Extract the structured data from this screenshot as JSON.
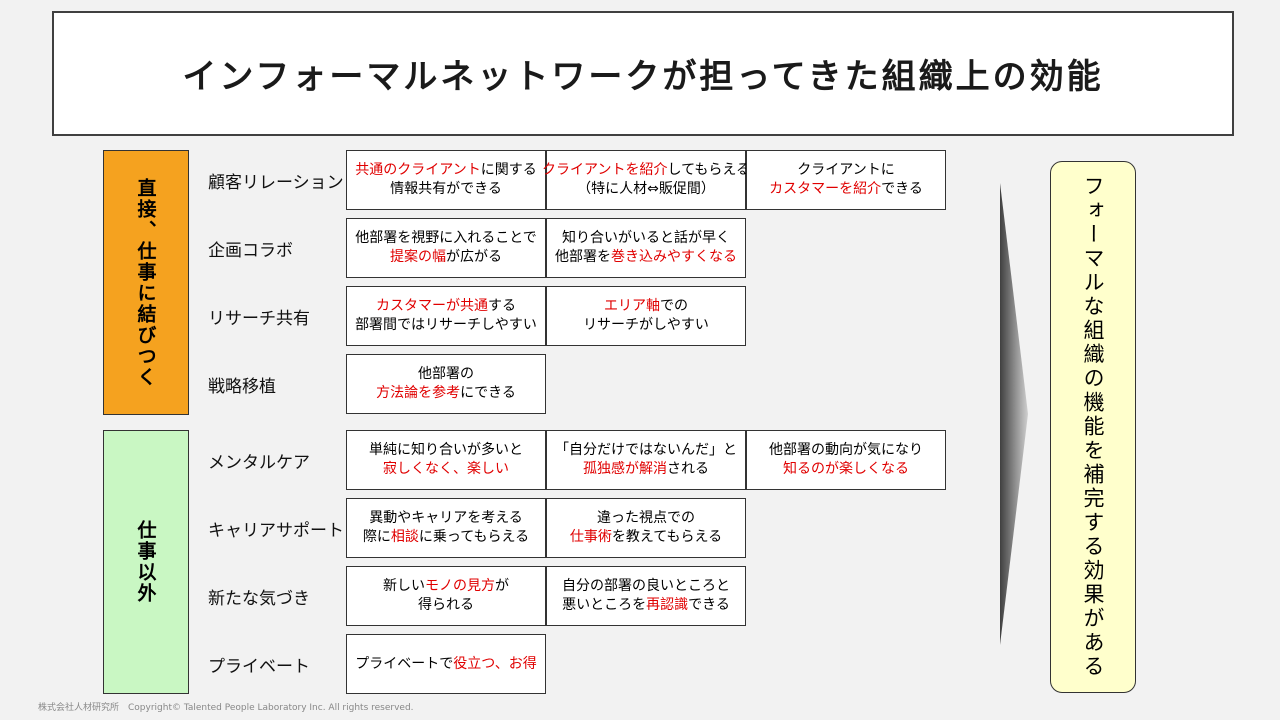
{
  "title": "インフォーマルネットワークが担ってきた組織上の効能",
  "categories": {
    "work": "直接、仕事に結びつく",
    "nonwork": "仕事以外"
  },
  "rows": [
    {
      "label": "顧客リレーション",
      "cells": [
        {
          "line1": [
            {
              "t": "共通のクライアント",
              "red": true
            },
            {
              "t": "に関する",
              "red": false
            }
          ],
          "line2": [
            {
              "t": "情報共有ができる",
              "red": false
            }
          ]
        },
        {
          "line1": [
            {
              "t": "クライアントを紹介",
              "red": true
            },
            {
              "t": "してもらえる",
              "red": false
            }
          ],
          "line2": [
            {
              "t": "（特に人材⇔販促間）",
              "red": false
            }
          ]
        },
        {
          "line1": [
            {
              "t": "クライアントに",
              "red": false
            }
          ],
          "line2": [
            {
              "t": "カスタマーを紹介",
              "red": true
            },
            {
              "t": "できる",
              "red": false
            }
          ]
        }
      ]
    },
    {
      "label": "企画コラボ",
      "cells": [
        {
          "line1": [
            {
              "t": "他部署を視野に入れることで",
              "red": false
            }
          ],
          "line2": [
            {
              "t": "提案の幅",
              "red": true
            },
            {
              "t": "が広がる",
              "red": false
            }
          ]
        },
        {
          "line1": [
            {
              "t": "知り合いがいると話が早く",
              "red": false
            }
          ],
          "line2": [
            {
              "t": "他部署を",
              "red": false
            },
            {
              "t": "巻き込みやすくなる",
              "red": true
            }
          ]
        }
      ]
    },
    {
      "label": "リサーチ共有",
      "cells": [
        {
          "line1": [
            {
              "t": "カスタマーが共通",
              "red": true
            },
            {
              "t": "する",
              "red": false
            }
          ],
          "line2": [
            {
              "t": "部署間ではリサーチしやすい",
              "red": false
            }
          ]
        },
        {
          "line1": [
            {
              "t": "エリア軸",
              "red": true
            },
            {
              "t": "での",
              "red": false
            }
          ],
          "line2": [
            {
              "t": "リサーチがしやすい",
              "red": false
            }
          ]
        }
      ]
    },
    {
      "label": "戦略移植",
      "cells": [
        {
          "line1": [
            {
              "t": "他部署の",
              "red": false
            }
          ],
          "line2": [
            {
              "t": "方法論を参考",
              "red": true
            },
            {
              "t": "にできる",
              "red": false
            }
          ]
        }
      ]
    },
    {
      "label": "メンタルケア",
      "cells": [
        {
          "line1": [
            {
              "t": "単純に知り合いが多いと",
              "red": false
            }
          ],
          "line2": [
            {
              "t": "寂しくなく、楽しい",
              "red": true
            }
          ]
        },
        {
          "line1": [
            {
              "t": "「自分だけではないんだ」と",
              "red": false
            }
          ],
          "line2": [
            {
              "t": "孤独感が解消",
              "red": true
            },
            {
              "t": "される",
              "red": false
            }
          ]
        },
        {
          "line1": [
            {
              "t": "他部署の動向が気になり",
              "red": false
            }
          ],
          "line2": [
            {
              "t": "知るのが楽しくなる",
              "red": true
            }
          ]
        }
      ]
    },
    {
      "label": "キャリアサポート",
      "cells": [
        {
          "line1": [
            {
              "t": "異動やキャリアを考える",
              "red": false
            }
          ],
          "line2": [
            {
              "t": "際に",
              "red": false
            },
            {
              "t": "相談",
              "red": true
            },
            {
              "t": "に乗ってもらえる",
              "red": false
            }
          ]
        },
        {
          "line1": [
            {
              "t": "違った視点での",
              "red": false
            }
          ],
          "line2": [
            {
              "t": "仕事術",
              "red": true
            },
            {
              "t": "を教えてもらえる",
              "red": false
            }
          ]
        }
      ]
    },
    {
      "label": "新たな気づき",
      "cells": [
        {
          "line1": [
            {
              "t": "新しい",
              "red": false
            },
            {
              "t": "モノの見方",
              "red": true
            },
            {
              "t": "が",
              "red": false
            }
          ],
          "line2": [
            {
              "t": "得られる",
              "red": false
            }
          ]
        },
        {
          "line1": [
            {
              "t": "自分の部署の良いところと",
              "red": false
            }
          ],
          "line2": [
            {
              "t": "悪いところを",
              "red": false
            },
            {
              "t": "再認識",
              "red": true
            },
            {
              "t": "できる",
              "red": false
            }
          ]
        }
      ]
    },
    {
      "label": "プライベート",
      "cells": [
        {
          "line1": [
            {
              "t": "プライベートで",
              "red": false
            },
            {
              "t": "役立つ、お得",
              "red": true
            }
          ],
          "line2": []
        }
      ]
    }
  ],
  "result": "フォーマルな組織の機能を補完する効果がある",
  "footer": "株式会社人材研究所　Copyright© Talented People Laboratory Inc. All rights reserved.",
  "colors": {
    "highlight": "#e00000",
    "work_category": "#f5a21f",
    "nonwork_category": "#c9f7c3",
    "result_box": "#ffffcc"
  }
}
